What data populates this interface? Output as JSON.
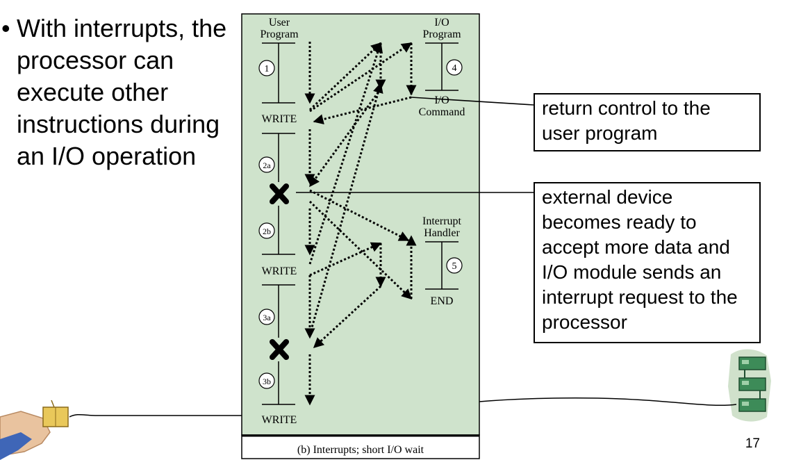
{
  "bullet": {
    "marker": "•",
    "text": "With interrupts, the processor can execute other instructions during an I/O operation"
  },
  "callouts": {
    "return_control": "return control to the user program",
    "external_device": "external device becomes ready to accept more data and I/O module sends an interrupt request to the processor"
  },
  "diagram": {
    "user_program_line1": "User",
    "user_program_line2": "Program",
    "io_program_line1": "I/O",
    "io_program_line2": "Program",
    "io_command_line1": "I/O",
    "io_command_line2": "Command",
    "interrupt_handler_line1": "Interrupt",
    "interrupt_handler_line2": "Handler",
    "end_label": "END",
    "write_1": "WRITE",
    "write_2": "WRITE",
    "write_3": "WRITE",
    "step_1": "1",
    "step_2a": "2a",
    "step_2b": "2b",
    "step_3a": "3a",
    "step_3b": "3b",
    "step_4": "4",
    "step_5": "5",
    "caption": "(b) Interrupts; short I/O wait"
  },
  "page_number": "17",
  "colors": {
    "panel_fill": "#cfe3cc",
    "text": "#000000"
  }
}
